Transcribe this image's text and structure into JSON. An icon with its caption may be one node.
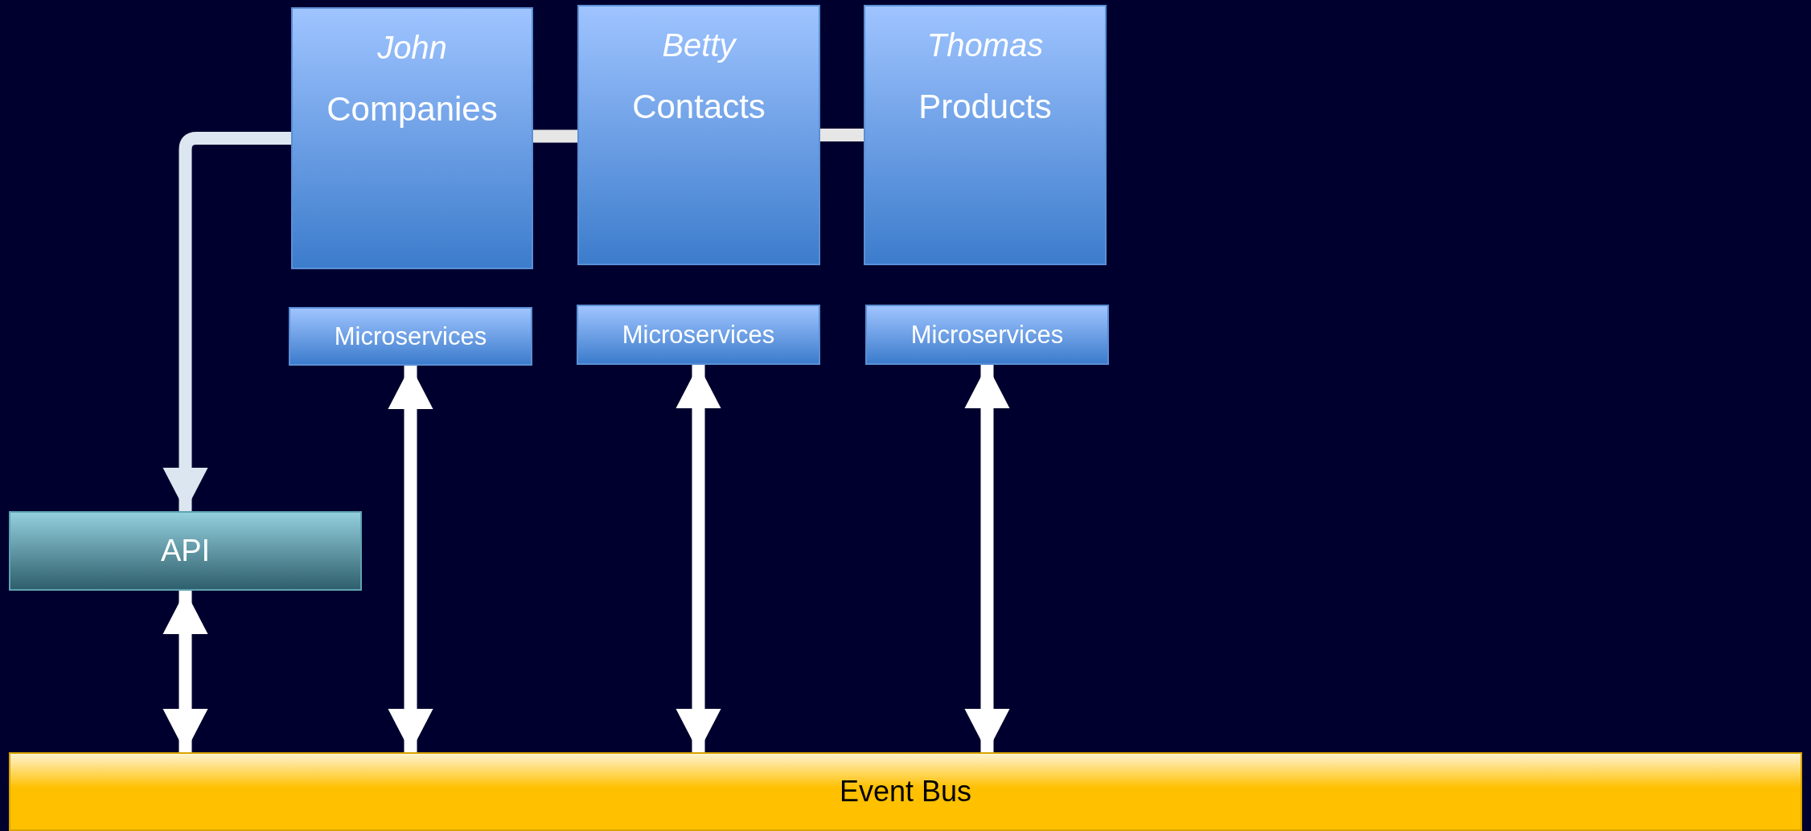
{
  "diagram": {
    "nodes": [
      {
        "text": [
          "John",
          "Companies"
        ]
      },
      {
        "text": [
          "Betty",
          "Contacts"
        ]
      },
      {
        "text": [
          "Thomas",
          "Products"
        ]
      },
      {
        "text": [
          "Microservices"
        ]
      },
      {
        "text": [
          "Microservices"
        ]
      },
      {
        "text": [
          "Microservices"
        ]
      },
      {
        "text": [
          "API"
        ]
      },
      {
        "text": [
          "Event Bus"
        ]
      }
    ],
    "edges": [
      {
        "from": 0,
        "to": 6,
        "arrow": "to",
        "color": "#dce6f0"
      },
      {
        "from": 0,
        "to": 1,
        "arrow": "none",
        "color": "#e6e6e6"
      },
      {
        "from": 1,
        "to": 2,
        "arrow": "none",
        "color": "#e6e6e6"
      },
      {
        "from": 6,
        "to": 7,
        "arrow": "both"
      },
      {
        "from": 3,
        "to": 7,
        "arrow": "both"
      },
      {
        "from": 4,
        "to": 7,
        "arrow": "both"
      },
      {
        "from": 5,
        "to": 7,
        "arrow": "both"
      }
    ]
  }
}
